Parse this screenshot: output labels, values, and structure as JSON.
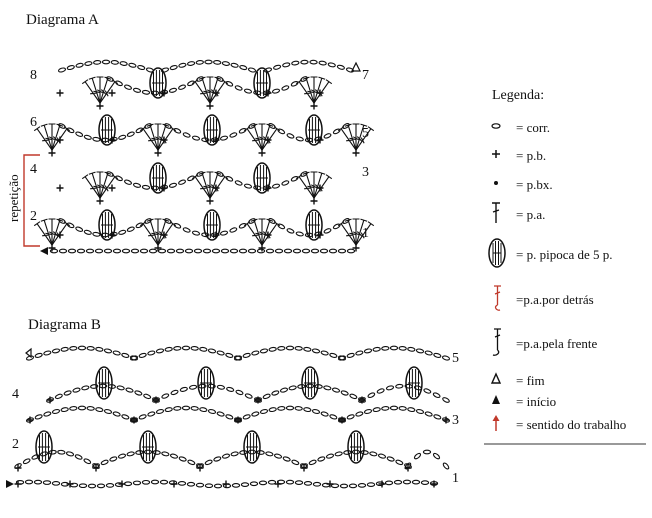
{
  "diagram_a": {
    "title": "Diagrama A",
    "row_labels_left": [
      "8",
      "6",
      "4",
      "2"
    ],
    "row_labels_right": [
      "7",
      "5",
      "3",
      "1"
    ],
    "repeat_label": "repetição"
  },
  "diagram_b": {
    "title": "Diagrama B",
    "row_labels_left": [
      "4",
      "2"
    ],
    "row_labels_right": [
      "5",
      "3",
      "1"
    ]
  },
  "legend": {
    "title": "Legenda:",
    "items": [
      {
        "icon": "chain-stitch-icon",
        "text": "= corr."
      },
      {
        "icon": "single-crochet-icon",
        "text": "= p.b."
      },
      {
        "icon": "slip-stitch-icon",
        "text": "= p.bx."
      },
      {
        "icon": "double-crochet-icon",
        "text": "= p.a."
      },
      {
        "icon": "popcorn-stitch-icon",
        "text": "= p. pipoca de 5 p."
      },
      {
        "icon": "back-post-dc-icon",
        "text": "=p.a.por detrás"
      },
      {
        "icon": "front-post-dc-icon",
        "text": "=p.a.pela frente"
      },
      {
        "icon": "end-marker-icon",
        "text": "= fim"
      },
      {
        "icon": "start-marker-icon",
        "text": "= início"
      },
      {
        "icon": "work-direction-arrow-icon",
        "text": "= sentido do trabalho"
      }
    ],
    "accent_color": "#c0392b"
  }
}
